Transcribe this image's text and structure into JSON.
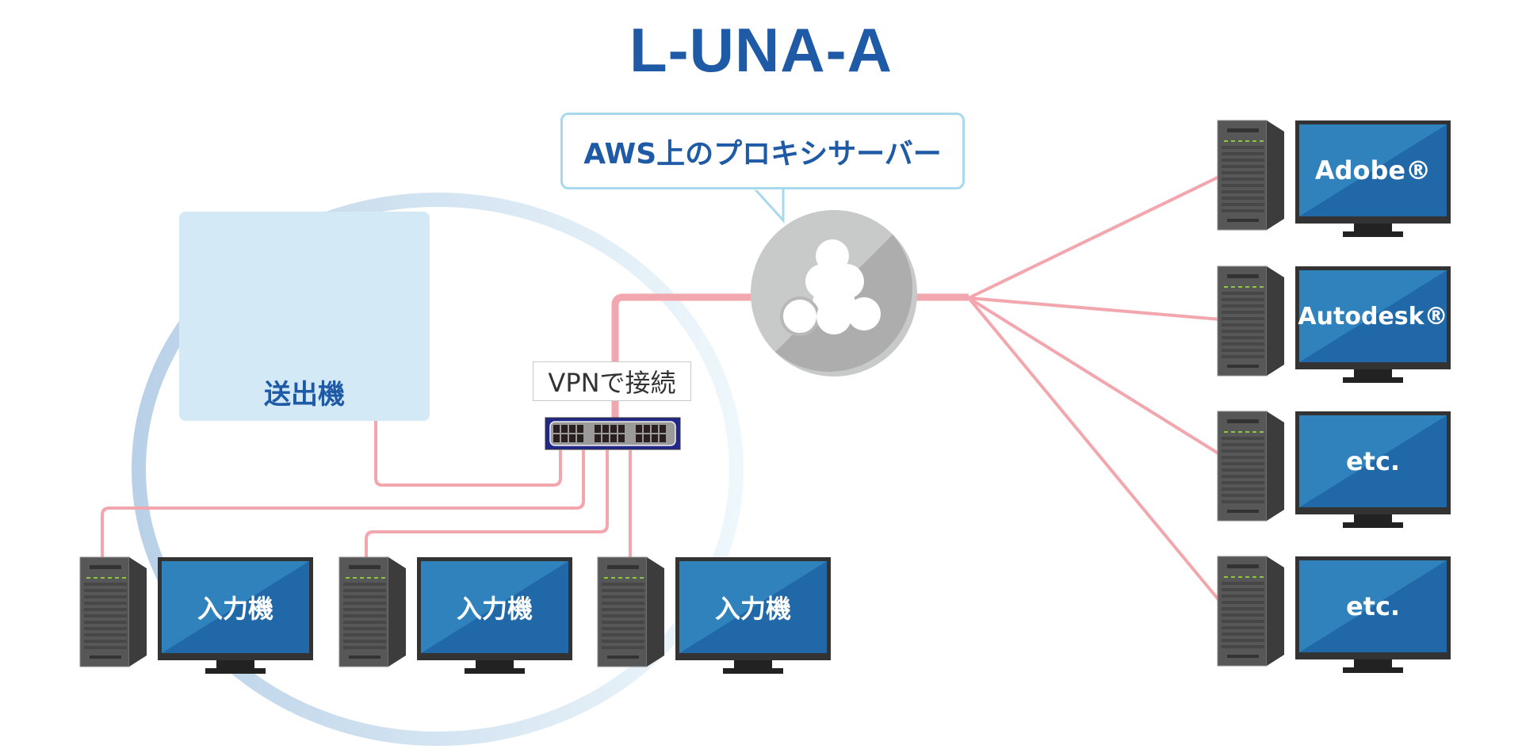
{
  "title": "L-UNA-A",
  "proxy": {
    "label": "AWS上のプロキシサーバー",
    "icon": "cloud-cluster-icon"
  },
  "sender": {
    "label": "送出機",
    "icon": "desktop-pc-icon"
  },
  "vpn": {
    "label": "VPNで接続",
    "icon": "network-switch-icon"
  },
  "input_machines": [
    {
      "label": "入力機"
    },
    {
      "label": "入力機"
    },
    {
      "label": "入力機"
    }
  ],
  "remote_machines": [
    {
      "label": "Adobe®"
    },
    {
      "label": "Autodesk®"
    },
    {
      "label": "etc."
    },
    {
      "label": "etc."
    }
  ],
  "colors": {
    "brand_blue": "#1f5aa6",
    "screen_blue": "#2a7ab5",
    "connection_pink": "#f2a6ad",
    "proxy_gray_light": "#c8c9c9",
    "proxy_gray_dark": "#adadad",
    "bubble_border": "#a8d8ee",
    "sender_panel": "#d3e9f5",
    "server_led": "#8cc63f"
  }
}
